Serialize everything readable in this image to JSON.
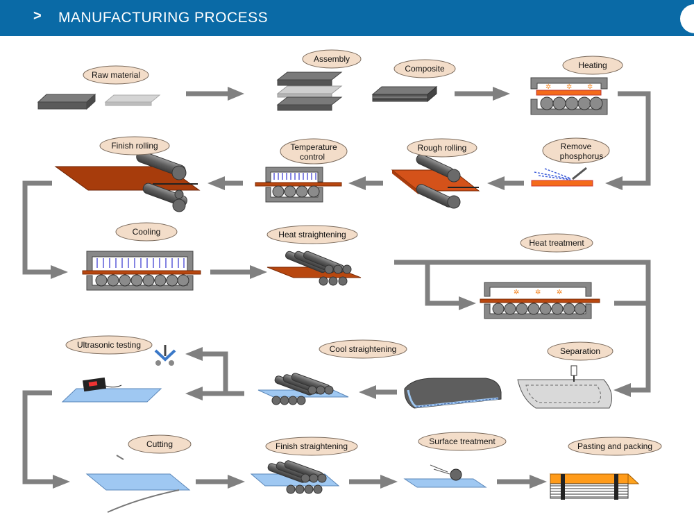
{
  "header": {
    "chevron": ">",
    "title": "MANUFACTURING PROCESS"
  },
  "colors": {
    "header": "#0a6aa6",
    "label_fill": "#f3ddc9",
    "arrow": "#808080",
    "steel": "#6f6f6f",
    "copper": "#b8470f",
    "orange": "#f46b1a",
    "blue_plate": "#9fc8f2"
  },
  "steps": {
    "raw_material": "Raw material",
    "assembly": "Assembly",
    "composite": "Composite",
    "heating": "Heating",
    "remove_phosphorus": [
      "Remove",
      "phosphorus"
    ],
    "rough_rolling": "Rough rolling",
    "temperature_control": [
      "Temperature",
      "control"
    ],
    "finish_rolling": "Finish rolling",
    "cooling": "Cooling",
    "heat_straightening": "Heat straightening",
    "heat_treatment": "Heat treatment",
    "separation": "Separation",
    "cool_straightening": "Cool straightening",
    "ultrasonic_testing": "Ultrasonic testing",
    "cutting": "Cutting",
    "finish_straightening": "Finish straightening",
    "surface_treatment": "Surface treatment",
    "pasting_and_packing": "Pasting and packing"
  }
}
